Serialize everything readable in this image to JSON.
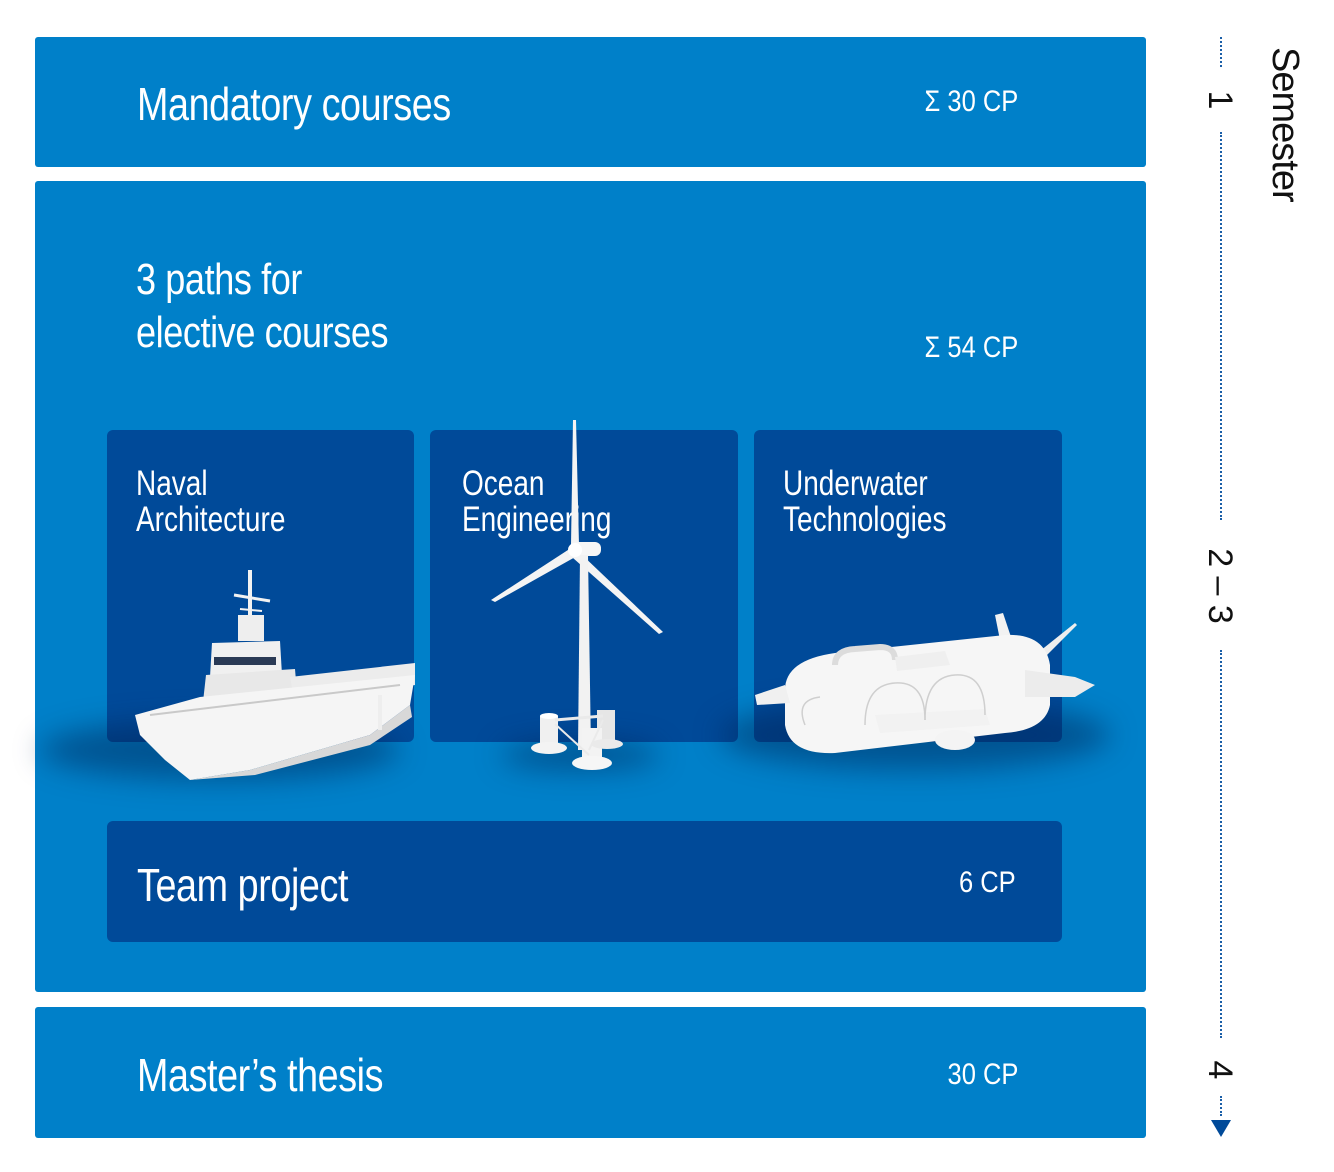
{
  "mandatory": {
    "title": "Mandatory courses",
    "cp": "Σ 30 CP"
  },
  "elective": {
    "title_line1": "3 paths for",
    "title_line2": "elective courses",
    "cp": "Σ 54 CP",
    "paths": [
      {
        "line1": "Naval",
        "line2": "Architecture",
        "illustration": "ship-icon"
      },
      {
        "line1": "Ocean",
        "line2": "Engineering",
        "illustration": "wind-turbine-icon"
      },
      {
        "line1": "Underwater",
        "line2": "Technologies",
        "illustration": "underwater-vehicle-icon"
      }
    ],
    "team_project": {
      "title": "Team project",
      "cp": "6 CP"
    }
  },
  "thesis": {
    "title": "Master’s thesis",
    "cp": "30 CP"
  },
  "timeline": {
    "label": "Semester",
    "markers": [
      "1",
      "2 – 3",
      "4"
    ],
    "arrow": "arrow-down-icon"
  },
  "colors": {
    "light_blue": "#0080c9",
    "dark_blue": "#004a99",
    "dots": "#1a5fa8"
  }
}
